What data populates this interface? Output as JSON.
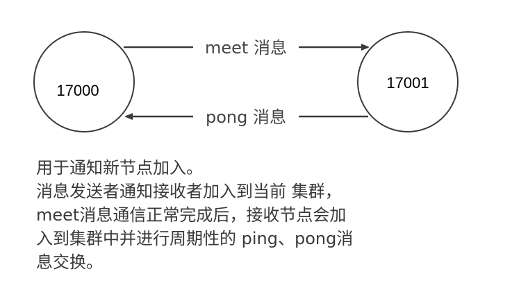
{
  "nodes": [
    {
      "id": "a",
      "label": "17000"
    },
    {
      "id": "b",
      "label": "17001"
    }
  ],
  "edges": [
    {
      "from": "a",
      "to": "b",
      "label": "meet 消息"
    },
    {
      "from": "b",
      "to": "a",
      "label": "pong 消息"
    }
  ],
  "description": {
    "lines": [
      "用于通知新节点加入。",
      "消息发送者通知接收者加入到当前 集群，",
      "meet消息通信正常完成后，接收节点会加",
      "入到集群中并进行周期性的 ping、pong消",
      "息交换。"
    ]
  },
  "colors": {
    "stroke": "#3a3a3a",
    "text": "#444444"
  }
}
